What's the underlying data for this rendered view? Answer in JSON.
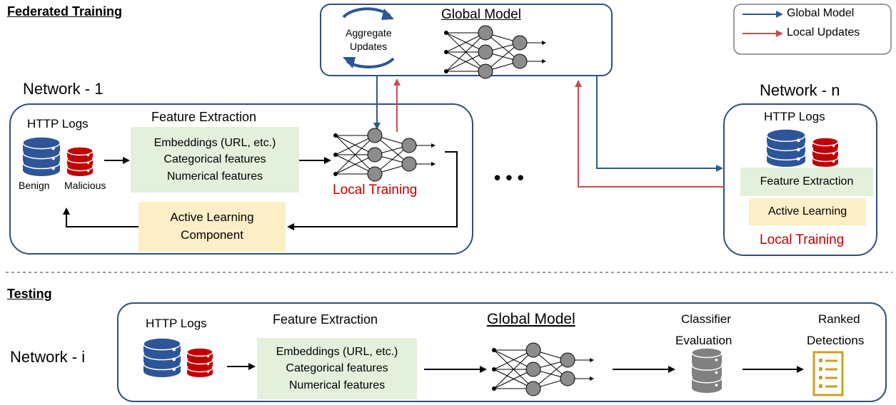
{
  "sections": {
    "federated_title": "Federated Training",
    "testing_title": "Testing"
  },
  "global_model_box": {
    "title": "Global Model",
    "aggregate_line1": "Aggregate",
    "aggregate_line2": "Updates"
  },
  "legend": {
    "items": [
      {
        "label": "Global Model",
        "color": "#2e5a8c"
      },
      {
        "label": "Local Updates",
        "color": "#c0504d"
      }
    ]
  },
  "network1": {
    "title": "Network - 1",
    "http_logs": "HTTP Logs",
    "benign": "Benign",
    "malicious": "Malicious",
    "feature_extraction_title": "Feature Extraction",
    "features": [
      "Embeddings (URL, etc.)",
      "Categorical features",
      "Numerical features"
    ],
    "local_training": "Local Training",
    "active_learning_line1": "Active Learning",
    "active_learning_line2": "Component"
  },
  "ellipsis": "• • •",
  "networkn": {
    "title": "Network - n",
    "http_logs": "HTTP Logs",
    "feature_extraction": "Feature Extraction",
    "active_learning": "Active Learning",
    "local_training": "Local Training"
  },
  "testing": {
    "network_label": "Network - i",
    "http_logs": "HTTP Logs",
    "feature_extraction_title": "Feature Extraction",
    "features": [
      "Embeddings (URL, etc.)",
      "Categorical features",
      "Numerical features"
    ],
    "global_model": "Global Model",
    "classifier_line1": "Classifier",
    "classifier_line2": "Evaluation",
    "ranked_line1": "Ranked",
    "ranked_line2": "Detections"
  },
  "colors": {
    "box_border": "#2f4f7f",
    "db_blue": "#2e5597",
    "db_red": "#c00000",
    "db_gray": "#808080",
    "arrow_blue": "#2e5a8c",
    "arrow_red": "#c0504d",
    "green_fill": "#e3f0dc",
    "yellow_fill": "#fcefc7",
    "doc_gold": "#c9a227"
  }
}
